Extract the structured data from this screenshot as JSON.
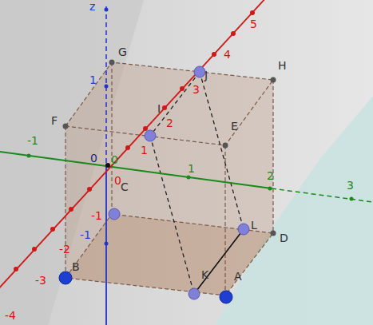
{
  "diagram": {
    "labels": [
      "z",
      "5",
      "4",
      "J",
      "H",
      "G",
      "1",
      "3",
      "F",
      "I",
      "2",
      "E",
      "1",
      "-1",
      "0",
      "0",
      "1",
      "0",
      "2",
      "3",
      "C",
      "-1",
      "-1",
      "L",
      "D",
      "-2",
      "B",
      "-3",
      "K",
      "A",
      "-4"
    ]
  }
}
